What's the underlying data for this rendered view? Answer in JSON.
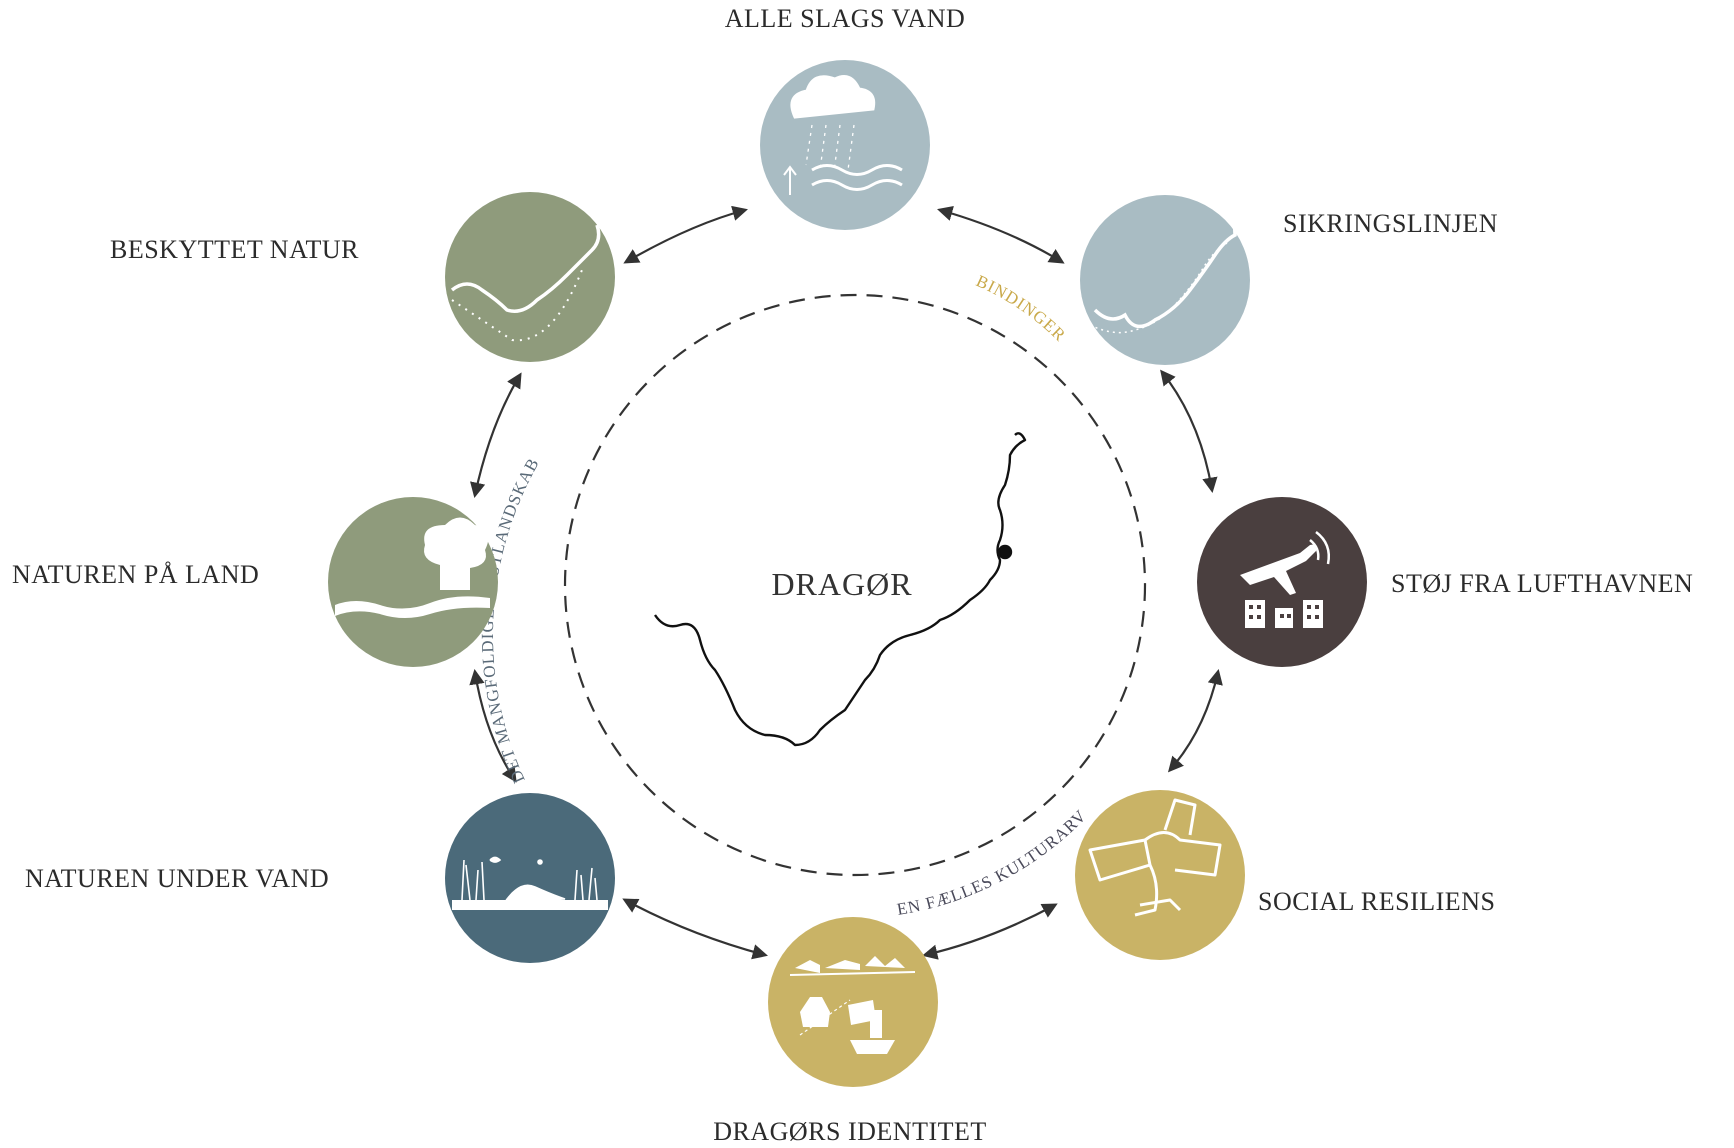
{
  "colors": {
    "water": "#a9bcc3",
    "nature": "#8f9b7c",
    "dark": "#4a3f3f",
    "deepwater": "#4b6a7a",
    "gold": "#c9b366",
    "arrow": "#333333",
    "dash": "#333333",
    "arc_gold": "#c9a94a",
    "arc_blue": "#5a6a78"
  },
  "center": {
    "label": "DRAGØR"
  },
  "nodes": [
    {
      "id": "alle-slags-vand",
      "label": "ALLE SLAGS VAND",
      "color": "water",
      "icon": "rain-cloud-waves-icon"
    },
    {
      "id": "sikringslinjen",
      "label": "SIKRINGSLINJEN",
      "color": "water",
      "icon": "coastline-icon"
    },
    {
      "id": "stoj-fra-lufthavnen",
      "label": "STØJ FRA LUFTHAVNEN",
      "color": "dark",
      "icon": "airplane-noise-icon"
    },
    {
      "id": "social-resiliens",
      "label": "SOCIAL RESILIENS",
      "color": "gold",
      "icon": "joined-hands-icon"
    },
    {
      "id": "dragors-identitet",
      "label": "DRAGØRS IDENTITET",
      "color": "gold",
      "icon": "town-ships-icon"
    },
    {
      "id": "naturen-under-vand",
      "label": "NATUREN UNDER VAND",
      "color": "deepwater",
      "icon": "seagrass-icon"
    },
    {
      "id": "naturen-pa-land",
      "label": "NATUREN PÅ LAND",
      "color": "nature",
      "icon": "tree-landscape-icon"
    },
    {
      "id": "beskyttet-natur",
      "label": "BESKYTTET NATUR",
      "color": "nature",
      "icon": "protected-coast-icon"
    }
  ],
  "arc_labels": {
    "bindinger": "BINDINGER",
    "kystlandskab": "DET MANGFOLDIGE KYSTLANDSKAB",
    "kulturarv": "EN FÆLLES KULTURARV"
  }
}
